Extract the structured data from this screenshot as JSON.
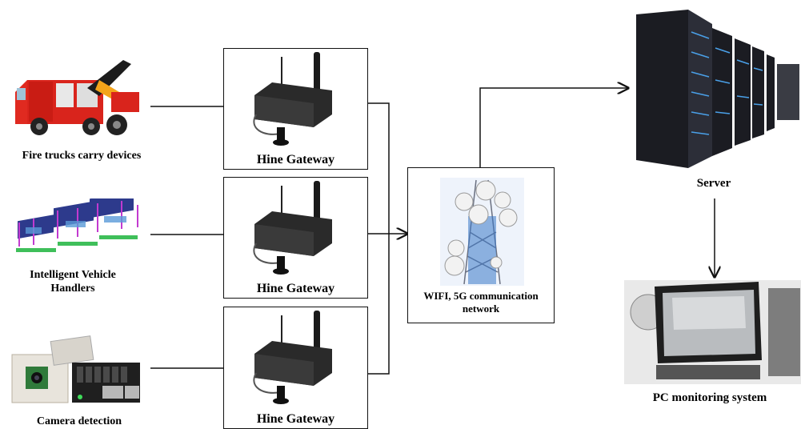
{
  "devices": [
    {
      "label": "Fire trucks carry devices"
    },
    {
      "label": "Intelligent Vehicle Handlers"
    },
    {
      "label": "Camera detection"
    }
  ],
  "gateways": [
    {
      "label": "Hine Gateway"
    },
    {
      "label": "Hine Gateway"
    },
    {
      "label": "Hine Gateway"
    }
  ],
  "network": {
    "label": "WIFI, 5G communication network"
  },
  "server": {
    "label": "Server"
  },
  "monitor": {
    "label": "PC monitoring system"
  }
}
